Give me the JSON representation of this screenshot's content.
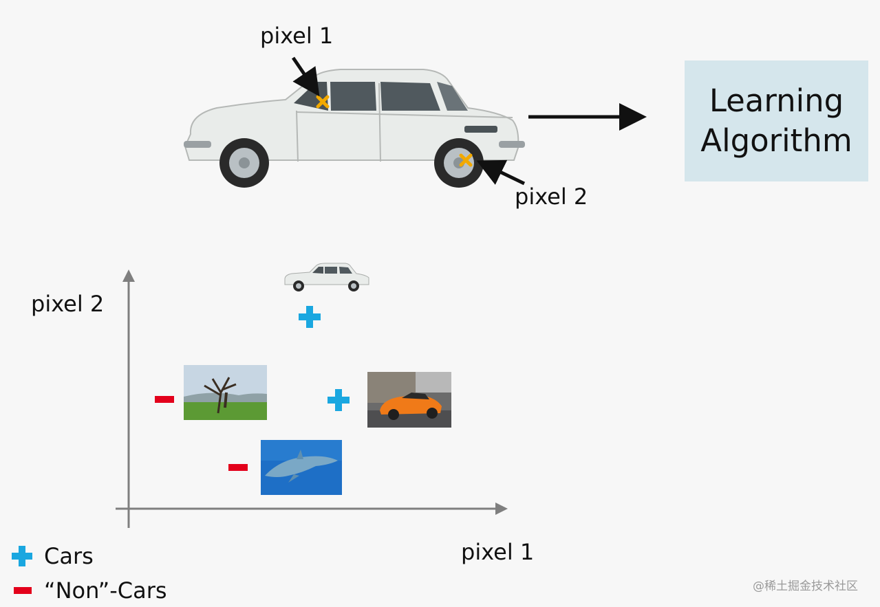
{
  "top": {
    "pixel1_label": "pixel 1",
    "pixel2_label": "pixel 2",
    "algorithm_line1": "Learning",
    "algorithm_line2": "Algorithm"
  },
  "plot": {
    "y_axis_label": "pixel 2",
    "x_axis_label": "pixel 1"
  },
  "legend": {
    "plus_label": "Cars",
    "minus_label": "“Non”-Cars"
  },
  "watermark": "@稀土掘金技术社区",
  "colors": {
    "plus": "#1aa7e0",
    "minus": "#e3001b",
    "pixel_marker": "#f2a900",
    "axis": "#7f7f7f",
    "box": "#d5e6ec"
  },
  "icons": {
    "car_image": "white-vintage-car",
    "tree_image": "tree-in-field",
    "sports_car_image": "orange-sports-car",
    "dolphin_image": "dolphin-underwater"
  }
}
